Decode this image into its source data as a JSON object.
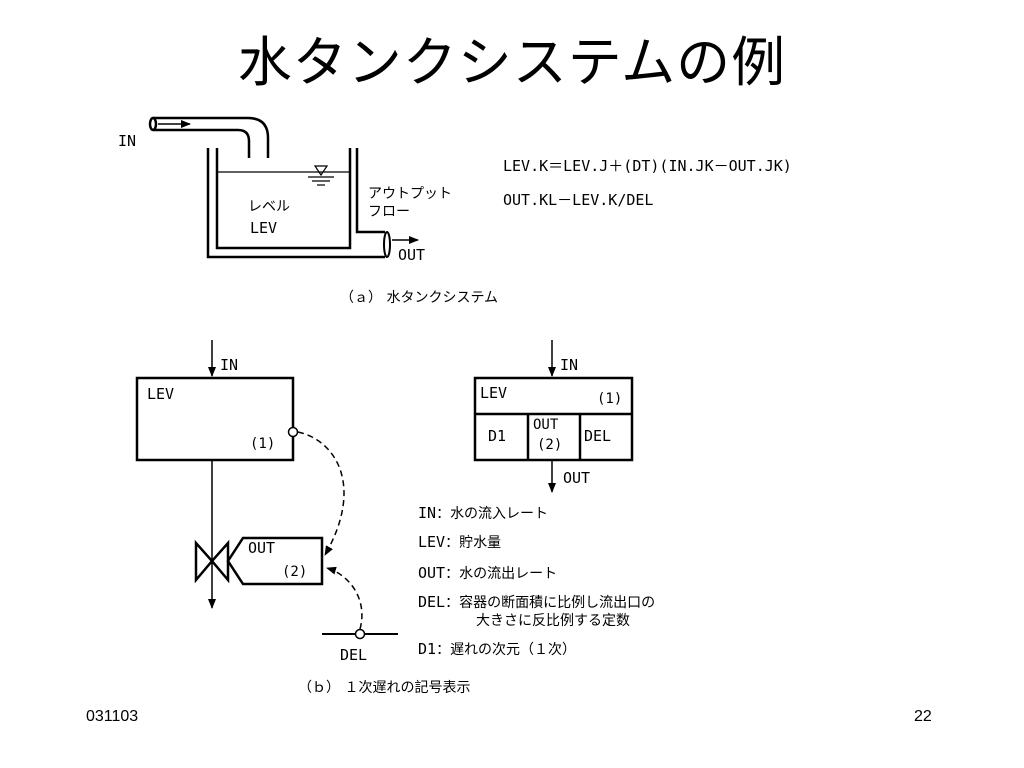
{
  "slide": {
    "title": "水タンクシステムの例",
    "footer_left": "031103",
    "page_number": "22"
  },
  "figure_a": {
    "in_label": "IN",
    "level_jp": "レベル",
    "level_var": "LEV",
    "outflow_jp_1": "アウトプット",
    "outflow_jp_2": "フロー",
    "out_label": "OUT",
    "equation_1": "LEV.K＝LEV.J＋(DT)(IN.JK－OUT.JK)",
    "equation_2": "OUT.KL－LEV.K/DEL",
    "caption": "（ａ） 水タンクシステム"
  },
  "figure_b": {
    "left_diagram": {
      "in_label": "IN",
      "level_box": "LEV",
      "level_index": "(1)",
      "rate_label": "OUT",
      "rate_index": "(2)",
      "constant_label": "DEL"
    },
    "right_diagram": {
      "in_label": "IN",
      "level_box": "LEV",
      "level_index": "(1)",
      "cell_left": "D1",
      "cell_mid_top": "OUT",
      "cell_mid_bottom": "(2)",
      "cell_right": "DEL",
      "out_label": "OUT"
    },
    "legend": [
      {
        "key": "IN",
        "desc": "水の流入レート"
      },
      {
        "key": "LEV",
        "desc": "貯水量"
      },
      {
        "key": "OUT",
        "desc": "水の流出レート"
      },
      {
        "key": "DEL",
        "desc": "容器の断面積に比例し流出口の",
        "desc_2": "大きさに反比例する定数"
      },
      {
        "key": "D1",
        "desc": "遅れの次元（１次）"
      }
    ],
    "caption": "（ｂ） １次遅れの記号表示"
  }
}
